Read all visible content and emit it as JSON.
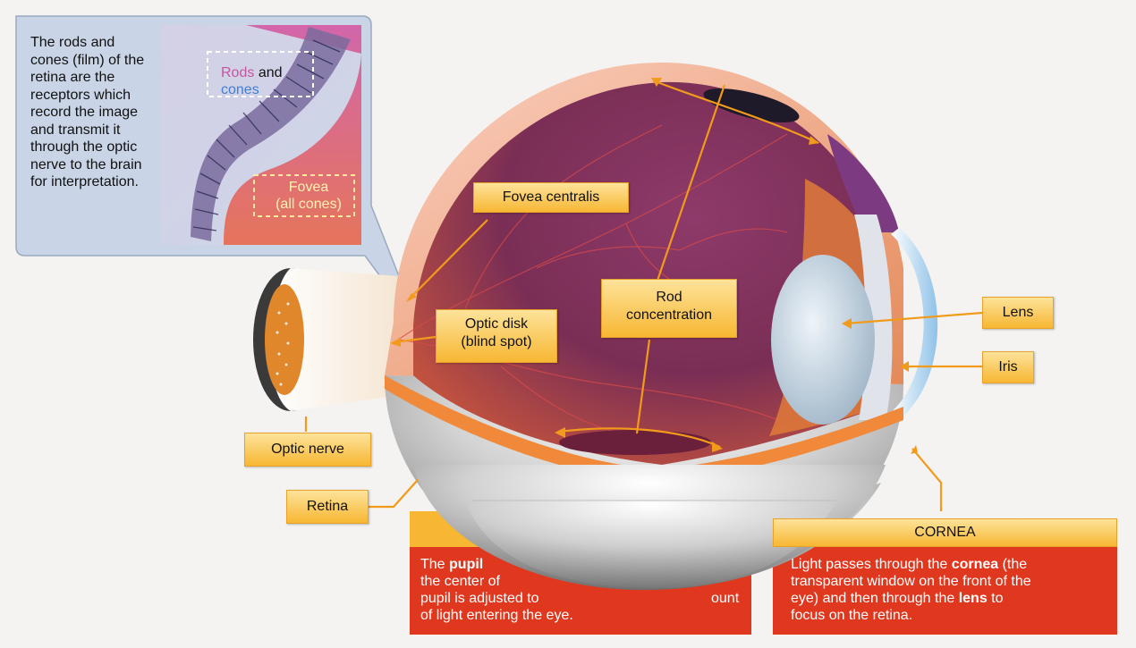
{
  "inset": {
    "description": "The rods and cones (film) of the retina are the receptors which record the image and transmit it through the optic nerve to the brain for interpretation.",
    "rods_label": "Rods",
    "and_label": "and",
    "cones_label": "cones",
    "fovea_label": "Fovea",
    "all_cones_label": "(all cones)"
  },
  "labels": {
    "fovea_centralis": "Fovea centralis",
    "optic_disk_line1": "Optic disk",
    "optic_disk_line2": "(blind spot)",
    "rod_concentration_line1": "Rod",
    "rod_concentration_line2": "concentration",
    "lens": "Lens",
    "iris": "Iris",
    "optic_nerve": "Optic nerve",
    "retina": "Retina"
  },
  "pupil_box": {
    "line1_start": "The ",
    "line1_bold": "pupil",
    "line2": "the center of",
    "line3_start": "pupil is adjusted to",
    "line3_end": "ount",
    "line4": "of light entering the eye."
  },
  "cornea_box": {
    "title": "CORNEA",
    "line1_start": "Light passes through the ",
    "line1_bold": "cornea",
    "line1_end": " (the",
    "line2": "transparent window on the front of the",
    "line3_start": "eye) and then through the ",
    "line3_bold": "lens",
    "line3_end": " to",
    "line4": "focus on the retina."
  },
  "colors": {
    "label_fill": "#f7b733",
    "box_red": "#e0381f",
    "leader_orange": "#f29a1a"
  }
}
